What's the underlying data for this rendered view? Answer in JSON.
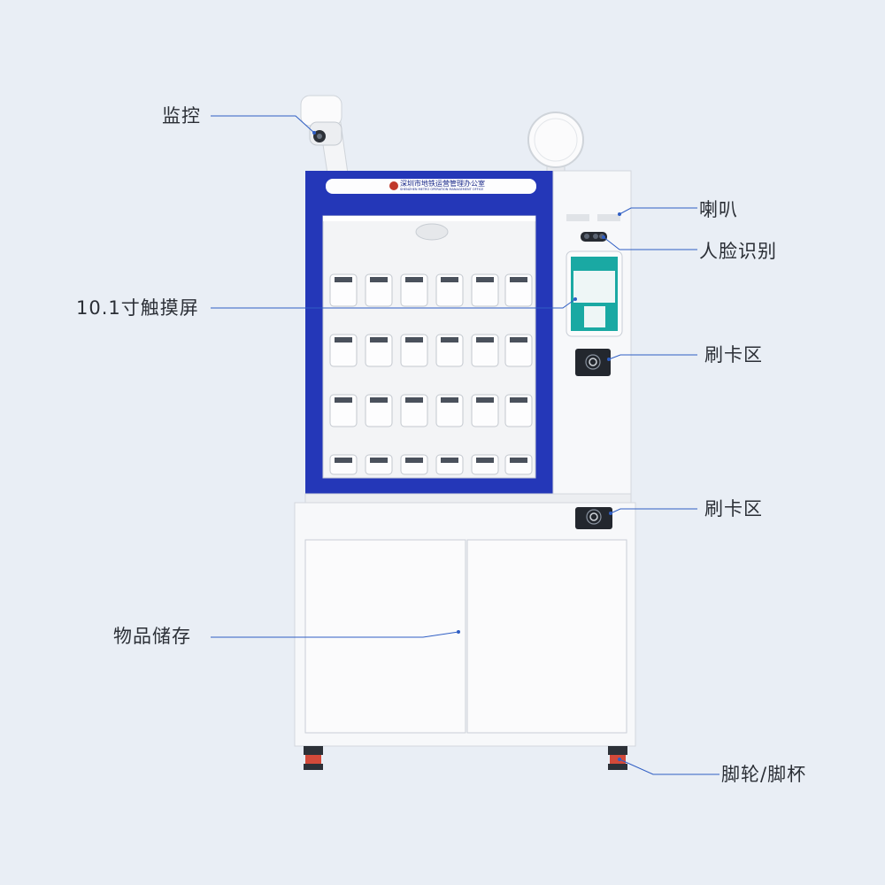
{
  "header_text": {
    "cn": "深圳市地铁运营管理办公室",
    "en": "SHENZHEN METRO OPERATION MANAGEMENT OFFICE"
  },
  "callouts": {
    "monitor": "监控",
    "speaker": "喇叭",
    "face": "人脸识别",
    "screen": "10.1寸触摸屏",
    "card1": "刷卡区",
    "card2": "刷卡区",
    "storage": "物品储存",
    "wheel": "脚轮/脚杯"
  },
  "colors": {
    "background": "#e9eef5",
    "cabinet_blue": "#2437b8",
    "leader_line": "#2f5ec4",
    "cabinet_white": "#f7f8fa",
    "screen_teal": "#1aa9a3"
  }
}
